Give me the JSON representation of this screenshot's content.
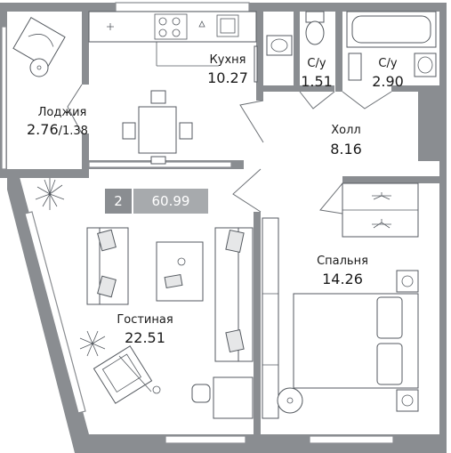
{
  "rooms": {
    "kitchen": {
      "name": "Кухня",
      "area": "10.27"
    },
    "wc1": {
      "name": "С/у",
      "area": "1.51"
    },
    "wc2": {
      "name": "С/у",
      "area": "2.90"
    },
    "loggia": {
      "name": "Лоджия",
      "area": "2.76",
      "area_reduced": "/1.38"
    },
    "hall": {
      "name": "Холл",
      "area": "8.16"
    },
    "bedroom": {
      "name": "Спальня",
      "area": "14.26"
    },
    "living": {
      "name": "Гостиная",
      "area": "22.51"
    }
  },
  "apartment": {
    "room_count": "2",
    "total_area": "60.99"
  },
  "colors": {
    "wall": "#8a8d91",
    "badge_dark": "#8a8d91",
    "badge_light": "#a7aaad",
    "line": "#555a60"
  }
}
